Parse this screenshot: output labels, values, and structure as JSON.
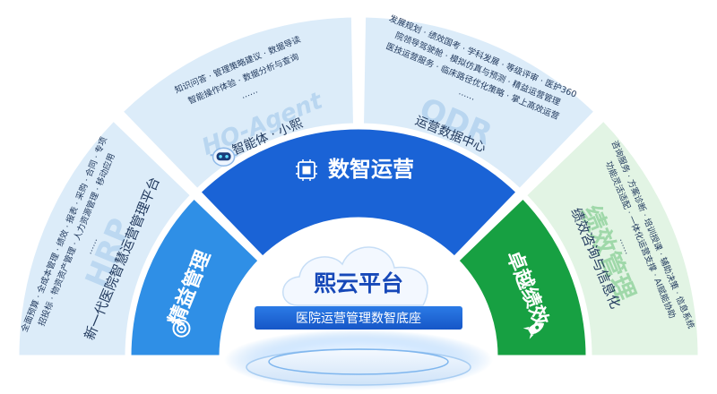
{
  "platform": {
    "title": "熙云平台",
    "subtitle": "医院运营管理数智底座"
  },
  "middle": {
    "left_label": "精益管理",
    "center_label": "数智运营",
    "right_label": "卓越绩效"
  },
  "outer": {
    "hrp": {
      "watermark": "HRP",
      "title": "新一代医院智慧运营管理平台",
      "lines": [
        "全面预算 · 全成本管理 · 绩效 · 报表 · 采购 · 合同 · 专项",
        "招投标 · 物资资产管理 · 人力资源管理 · 移动应用"
      ],
      "more": "……"
    },
    "agent": {
      "watermark": "HO-Agent",
      "title": "智能体 · 小熙",
      "lines": [
        "知识问答 · 管理策略建议 · 数据导读",
        "智能操作体验 · 数据分析与查询"
      ],
      "more": "……"
    },
    "odr": {
      "watermark": "ODR",
      "title": "运营数据中心",
      "lines": [
        "发展规划 · 绩效国考 · 学科发展 · 等级评审 · 医护360",
        "院领导驾驶舱 · 模拟仿真与预测 · 精益运营管理",
        "医技运营服务 · 临床路径优化策略 · 掌上高效运营"
      ],
      "more": "……"
    },
    "perf": {
      "watermark": "绩效管理",
      "title": "绩效咨询与信息化",
      "lines": [
        "咨询服务 · 方案诊断 · 培训授课 · 辅助决策 · 信息系统",
        "功能灵活适配 · 一体化运营支撑 · AI赋能协助"
      ],
      "more": "……"
    }
  },
  "colors": {
    "middle_blue": "#1a63d6",
    "left_light_blue": "#2f8fe6",
    "right_green": "#17a042",
    "outer_light_blue": "#dcecf9",
    "outer_light_green": "#e2f4e4",
    "text_dark": "#223a5e"
  },
  "icons": [
    "target-icon",
    "chip-icon",
    "robot-icon",
    "rocket-icon",
    "cloud-icon"
  ]
}
